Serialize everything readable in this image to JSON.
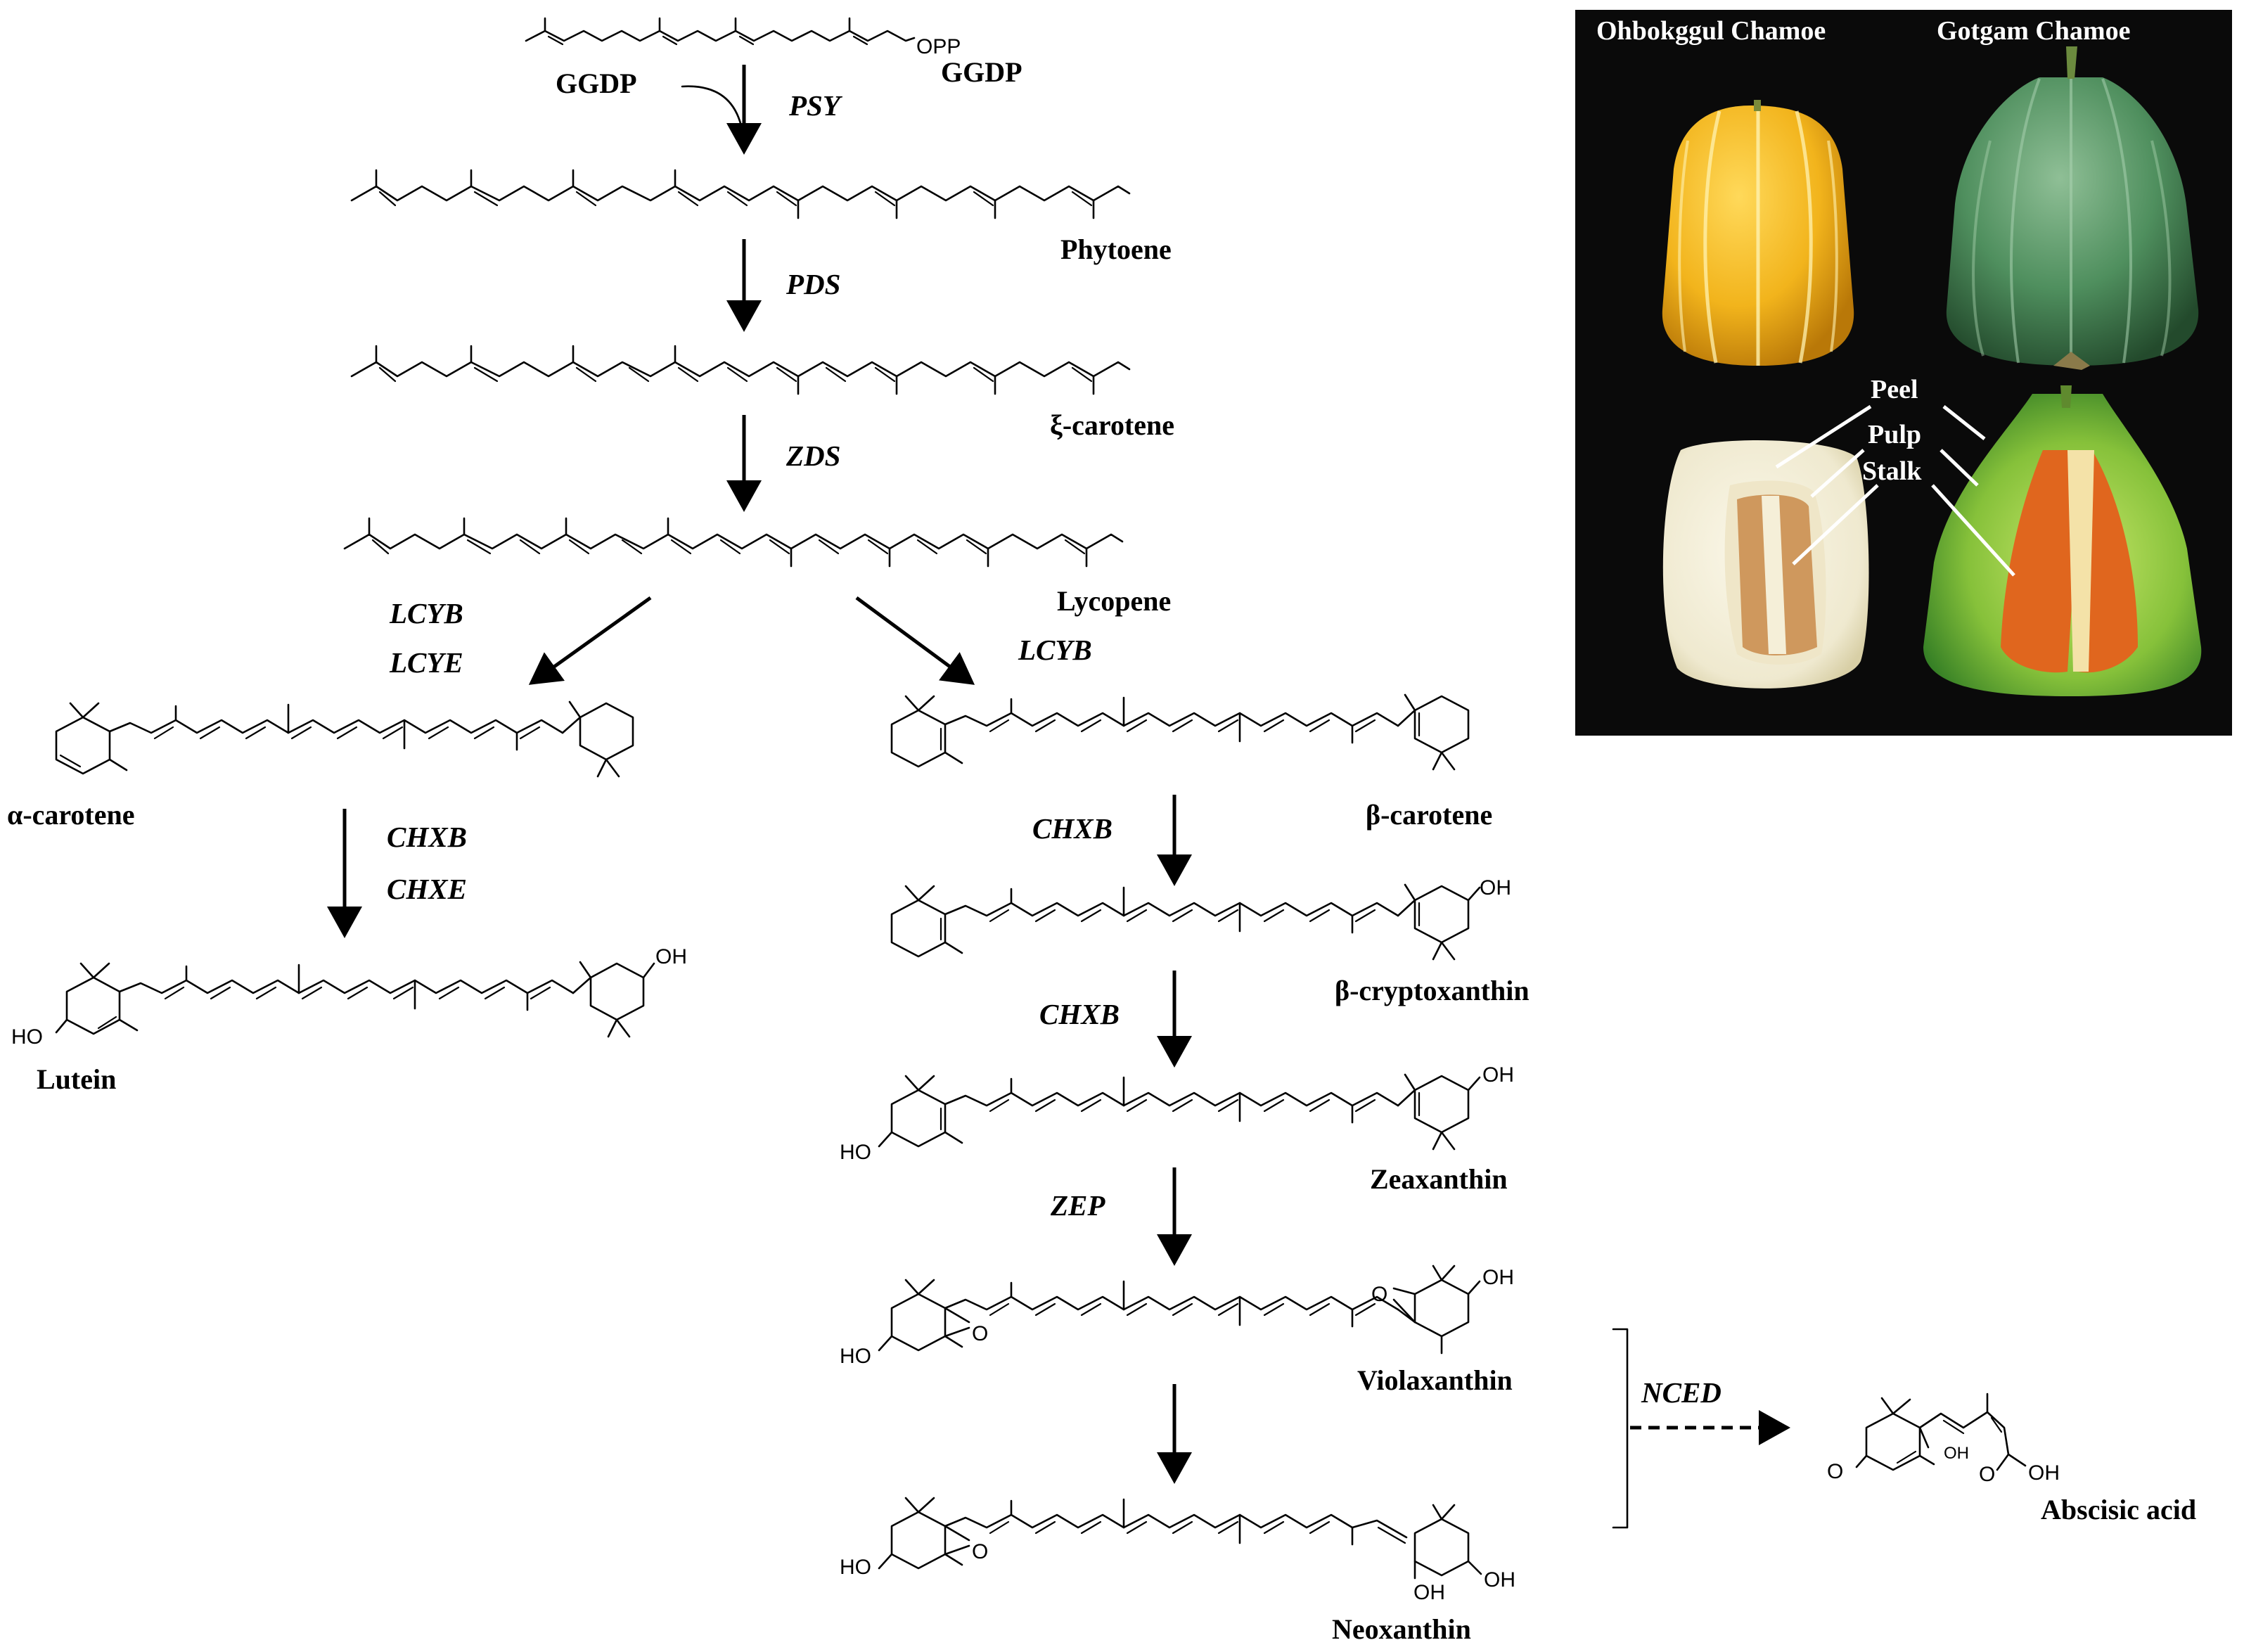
{
  "precursor": {
    "label_left": "GGDP",
    "label_right": "GGDP",
    "opp": "OPP"
  },
  "compounds": {
    "phytoene": "Phytoene",
    "xi_carotene": "ξ-carotene",
    "lycopene": "Lycopene",
    "alpha_carotene": "α-carotene",
    "beta_carotene": "β-carotene",
    "lutein": "Lutein",
    "beta_cryptoxanthin": "β-cryptoxanthin",
    "zeaxanthin": "Zeaxanthin",
    "violaxanthin": "Violaxanthin",
    "neoxanthin": "Neoxanthin",
    "abscisic_acid": "Abscisic acid"
  },
  "enzymes": {
    "psy": "PSY",
    "pds": "PDS",
    "zds": "ZDS",
    "lcyb_left": "LCYB",
    "lcye": "LCYE",
    "lcyb_right": "LCYB",
    "chxb_left": "CHXB",
    "chxe": "CHXE",
    "chxb_1": "CHXB",
    "chxb_2": "CHXB",
    "zep": "ZEP",
    "nced": "NCED"
  },
  "atoms": {
    "oh": "OH",
    "ho": "HO",
    "o": "O"
  },
  "photo": {
    "variety_left": "Ohbokggul Chamoe",
    "variety_right": "Gotgam Chamoe",
    "peel": "Peel",
    "pulp": "Pulp",
    "stalk": "Stalk"
  },
  "colors": {
    "photo_background": "#0a0a0a",
    "yellow_melon": "#f2b41c",
    "green_melon": "#4f8f5e",
    "white_flesh": "#f2eedc",
    "green_flesh": "#86c13a",
    "orange_seeds": "#e0661e",
    "tan_seeds": "#c98a4a"
  }
}
